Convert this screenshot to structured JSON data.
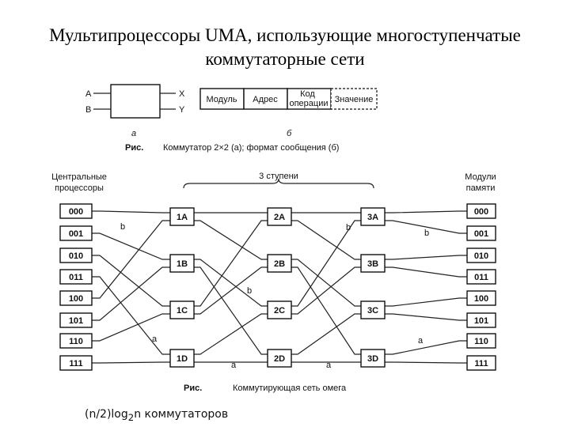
{
  "title": {
    "line1": "Мультипроцессоры UMA, использующие многоступенчатые",
    "line2": "коммутаторные сети"
  },
  "fig_a": {
    "inputs": [
      "A",
      "B"
    ],
    "outputs": [
      "X",
      "Y"
    ],
    "sublabel": "а"
  },
  "fig_b": {
    "fields": [
      "Модуль",
      "Адрес",
      "Код операции",
      "Значение"
    ],
    "sublabel": "б"
  },
  "caption1": {
    "prefix": "Рис.",
    "text": "Коммутатор 2×2 (а); формат сообщения (б)"
  },
  "network": {
    "cpu_label": [
      "Центральные",
      "процессоры"
    ],
    "mem_label": [
      "Модули",
      "памяти"
    ],
    "stages_label": "3 ступени",
    "cpus": [
      "000",
      "001",
      "010",
      "011",
      "100",
      "101",
      "110",
      "111"
    ],
    "memories": [
      "000",
      "001",
      "010",
      "011",
      "100",
      "101",
      "110",
      "111"
    ],
    "stage1": [
      "1A",
      "1B",
      "1C",
      "1D"
    ],
    "stage2": [
      "2A",
      "2B",
      "2C",
      "2D"
    ],
    "stage3": [
      "3A",
      "3B",
      "3C",
      "3D"
    ],
    "path_labels": [
      "b",
      "b",
      "b",
      "b",
      "a",
      "a",
      "a",
      "a"
    ]
  },
  "caption2": {
    "prefix": "Рис.",
    "text": "Коммутирующая сеть омега"
  },
  "footer": {
    "pre": "(n/2)log",
    "sub": "2",
    "post": "n коммутаторов"
  }
}
